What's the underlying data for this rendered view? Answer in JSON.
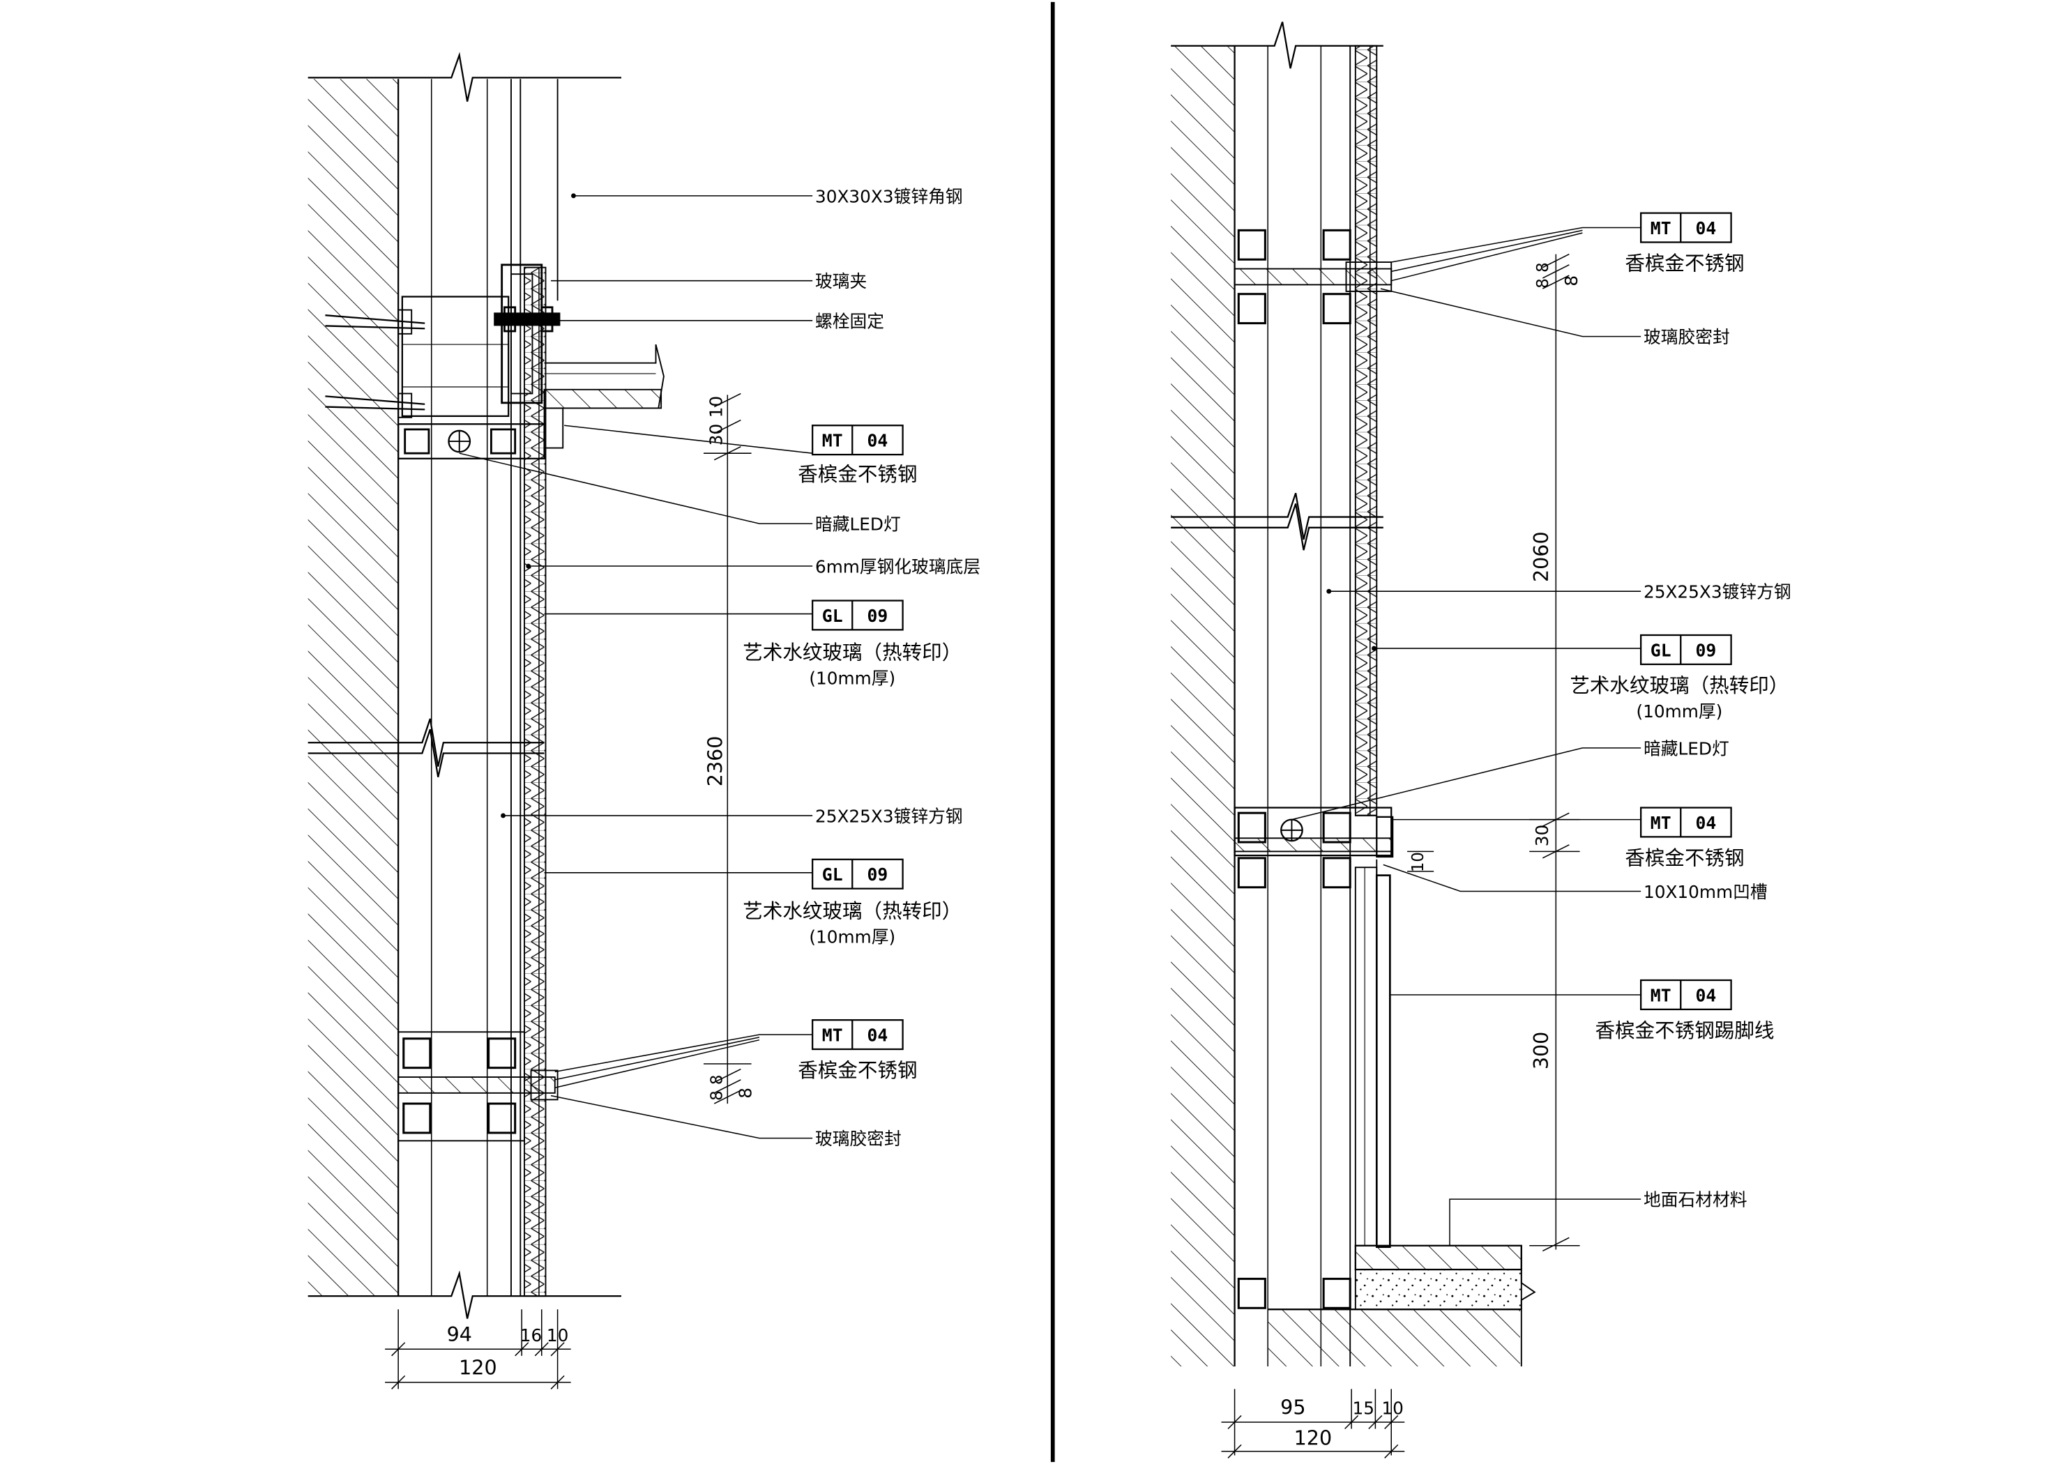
{
  "left_section": {
    "labels": {
      "angle_steel": "30X30X3镀锌角钢",
      "glass_clip": "玻璃夹",
      "bolt_fix": "螺栓固定",
      "hidden_led": "暗藏LED灯",
      "tempered_base": "6mm厚钢化玻璃底层",
      "square_tube": "25X25X3镀锌方钢",
      "glass_seal": "玻璃胶密封"
    },
    "tags": [
      {
        "code": "MT",
        "num": "04",
        "desc": "香槟金不锈钢",
        "sub": ""
      },
      {
        "code": "GL",
        "num": "09",
        "desc": "艺术水纹玻璃（热转印）",
        "sub": "(10mm厚)"
      },
      {
        "code": "GL",
        "num": "09",
        "desc": "艺术水纹玻璃（热转印）",
        "sub": "(10mm厚)"
      },
      {
        "code": "MT",
        "num": "04",
        "desc": "香槟金不锈钢",
        "sub": ""
      }
    ],
    "dims": {
      "total_height": "2360",
      "top_offset": "30",
      "top_small": "10",
      "bottom_a": "8",
      "bottom_b": "8",
      "bottom_c": "8",
      "width_a": "94",
      "width_b": "16",
      "width_c": "10",
      "width_total": "120"
    }
  },
  "right_section": {
    "labels": {
      "glass_seal": "玻璃胶密封",
      "square_tube": "25X25X3镀锌方钢",
      "hidden_led": "暗藏LED灯",
      "groove": "10X10mm凹槽",
      "floor_stone": "地面石材材料"
    },
    "tags": [
      {
        "code": "MT",
        "num": "04",
        "desc": "香槟金不锈钢",
        "sub": ""
      },
      {
        "code": "GL",
        "num": "09",
        "desc": "艺术水纹玻璃（热转印）",
        "sub": "(10mm厚)"
      },
      {
        "code": "MT",
        "num": "04",
        "desc": "香槟金不锈钢",
        "sub": ""
      },
      {
        "code": "MT",
        "num": "04",
        "desc": "香槟金不锈钢踢脚线",
        "sub": ""
      }
    ],
    "dims": {
      "upper_height": "2060",
      "led_gap": "30",
      "groove": "10",
      "skirting": "300",
      "top_a": "8",
      "top_b": "8",
      "top_c": "8",
      "width_a": "95",
      "width_b": "15",
      "width_c": "10",
      "width_total": "120"
    }
  }
}
